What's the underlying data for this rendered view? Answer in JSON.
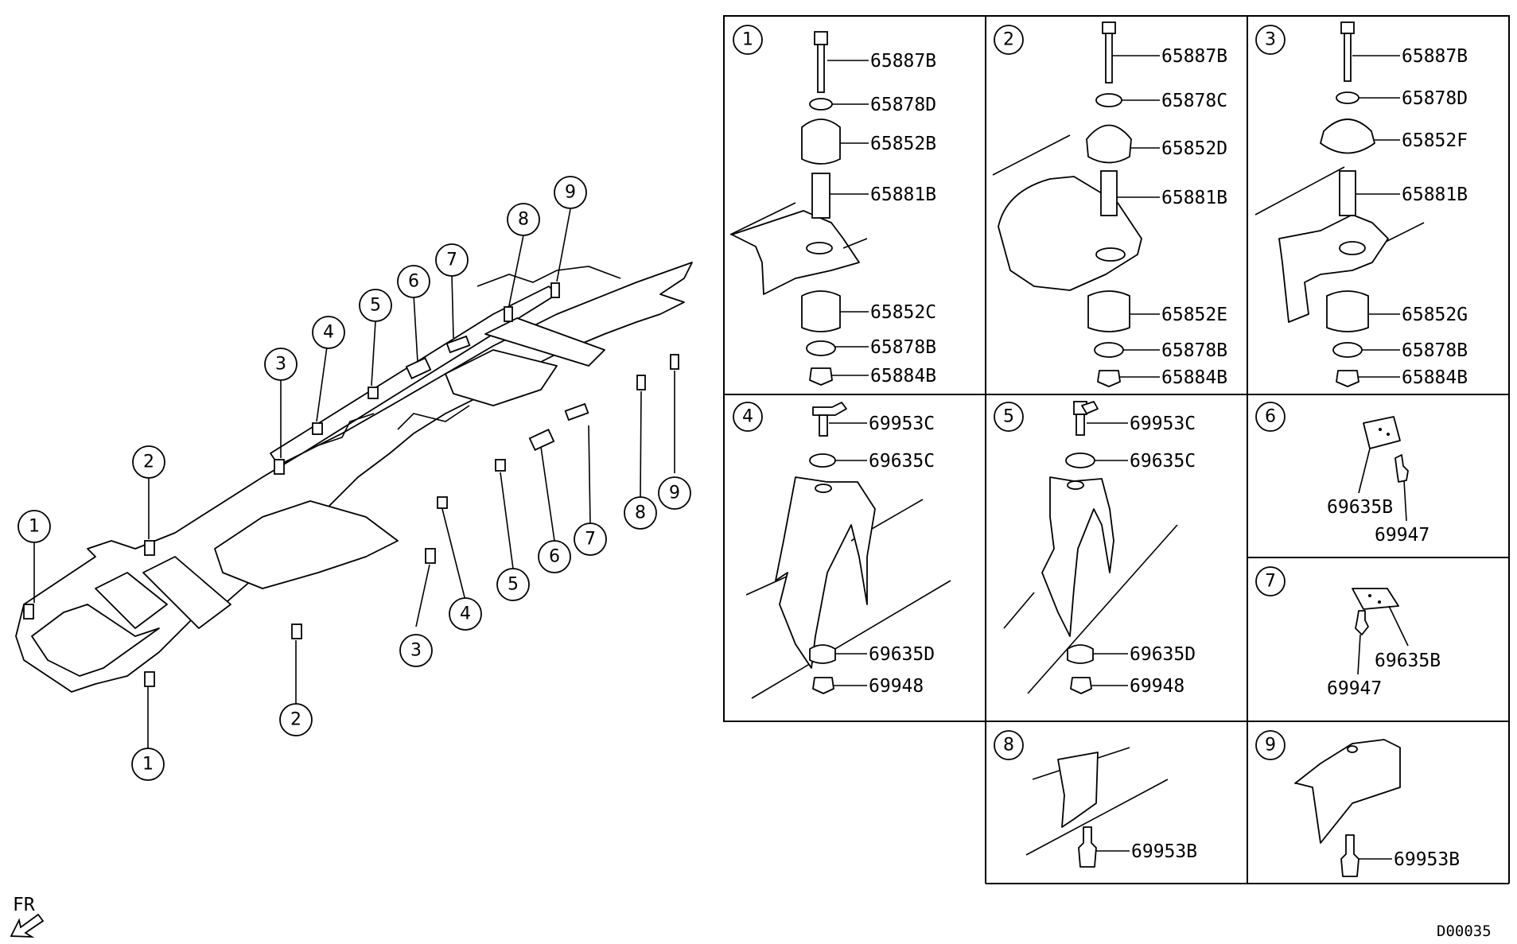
{
  "diagram": {
    "orientation_label": "FR",
    "drawing_code": "D00035",
    "frame_callouts": [
      "1",
      "2",
      "3",
      "4",
      "5",
      "6",
      "7",
      "8",
      "9"
    ],
    "panels": [
      {
        "id": "1",
        "parts": [
          "65887B",
          "65878D",
          "65852B",
          "65881B",
          "65852C",
          "65878B",
          "65884B"
        ]
      },
      {
        "id": "2",
        "parts": [
          "65887B",
          "65878C",
          "65852D",
          "65881B",
          "65852E",
          "65878B",
          "65884B"
        ]
      },
      {
        "id": "3",
        "parts": [
          "65887B",
          "65878D",
          "65852F",
          "65881B",
          "65852G",
          "65878B",
          "65884B"
        ]
      },
      {
        "id": "4",
        "parts": [
          "69953C",
          "69635C",
          "69635D",
          "69948"
        ]
      },
      {
        "id": "5",
        "parts": [
          "69953C",
          "69635C",
          "69635D",
          "69948"
        ]
      },
      {
        "id": "6",
        "parts": [
          "69635B",
          "69947"
        ]
      },
      {
        "id": "7",
        "parts": [
          "69635B",
          "69947"
        ]
      },
      {
        "id": "8",
        "parts": [
          "69953B"
        ]
      },
      {
        "id": "9",
        "parts": [
          "69953B"
        ]
      }
    ]
  }
}
